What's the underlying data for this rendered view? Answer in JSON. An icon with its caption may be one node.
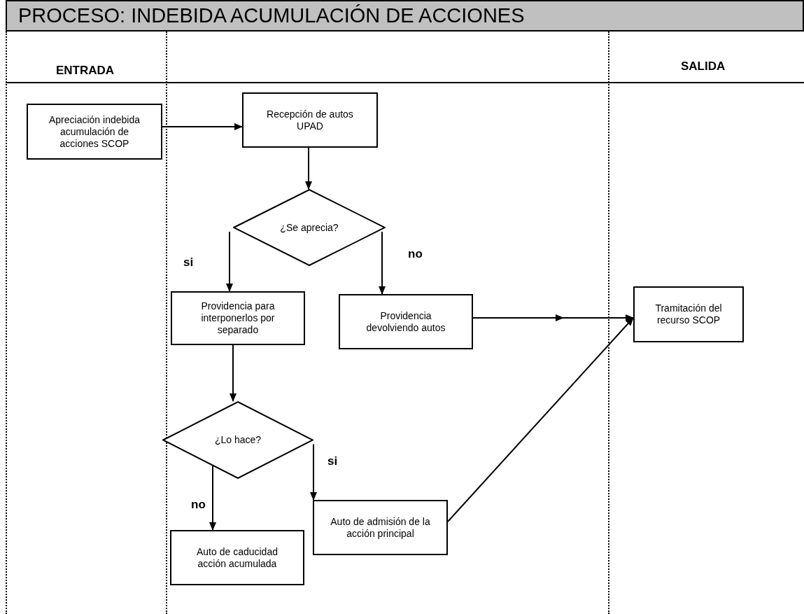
{
  "diagram": {
    "title": "PROCESO: INDEBIDA ACUMULACIÓN DE ACCIONES",
    "nodes": [
      {
        "text": [
          "Apreciación indebida acumulación de acciones SCOP"
        ]
      },
      {
        "text": [
          "Recepción de autos UPAD"
        ]
      },
      {
        "text": [
          "¿Se aprecia?"
        ]
      },
      {
        "text": [
          "Providencia para interponerlos por separado"
        ]
      },
      {
        "text": [
          "Providencia devolviendo autos"
        ]
      },
      {
        "text": [
          "Tramitación del recurso SCOP"
        ]
      },
      {
        "text": [
          "¿Lo hace?"
        ]
      },
      {
        "text": [
          "Auto de admisión de la acción principal"
        ]
      },
      {
        "text": [
          "Auto de caducidad acción acumulada"
        ]
      }
    ],
    "edges": [
      {
        "from": 0,
        "to": 1,
        "arrow": "to"
      },
      {
        "from": 1,
        "to": 2,
        "arrow": "to"
      },
      {
        "from": 2,
        "to": 3,
        "arrow": "to",
        "label": "si"
      },
      {
        "from": 2,
        "to": 4,
        "arrow": "to",
        "label": "no"
      },
      {
        "from": 3,
        "to": 6,
        "arrow": "to"
      },
      {
        "from": 4,
        "to": 5,
        "arrow": "to"
      },
      {
        "from": 6,
        "to": 8,
        "arrow": "to",
        "label": "no"
      },
      {
        "from": 6,
        "to": 7,
        "arrow": "to",
        "label": "si"
      },
      {
        "from": 7,
        "to": 5,
        "arrow": "to"
      }
    ],
    "labels": [
      "ENTRADA",
      "SALIDA"
    ]
  }
}
